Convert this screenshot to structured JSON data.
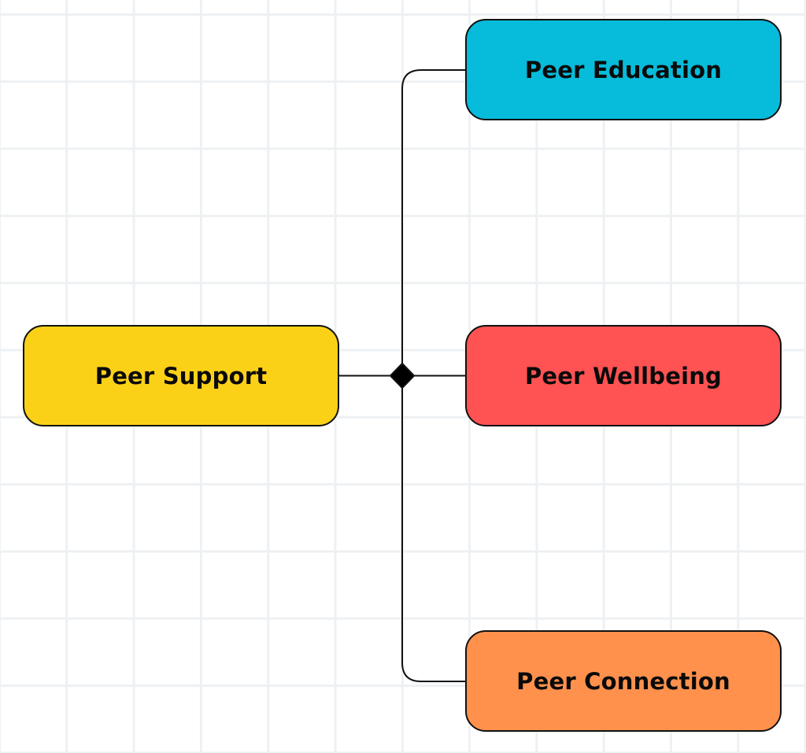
{
  "diagram": {
    "root": {
      "label": "Peer Support",
      "color": "#FBD118"
    },
    "children": [
      {
        "label": "Peer Education",
        "color": "#06BCDA"
      },
      {
        "label": "Peer Wellbeing",
        "color": "#FF5252"
      },
      {
        "label": "Peer Connection",
        "color": "#FF914D"
      }
    ],
    "connector_color": "#111111",
    "border_color": "#111111"
  }
}
